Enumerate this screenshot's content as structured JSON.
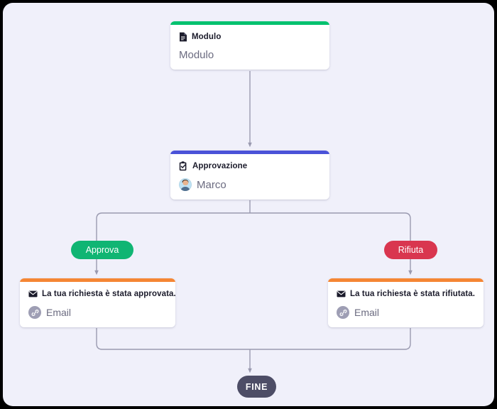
{
  "canvas": {
    "background_color": "#f0f0fa",
    "outer_background_color": "#000000"
  },
  "nodes": [
    {
      "id": "modulo",
      "accent_color": "#00c16e",
      "header_icon": "document-icon",
      "header_label": "Modulo",
      "sub_icon": "none",
      "sub_label": "Modulo"
    },
    {
      "id": "approvazione",
      "accent_color": "#4a52d8",
      "header_icon": "clipboard-check-icon",
      "header_label": "Approvazione",
      "sub_icon": "avatar",
      "sub_label": "Marco"
    },
    {
      "id": "email-approvata",
      "accent_color": "#f58634",
      "header_icon": "envelope-icon",
      "header_label": "La tua richiesta è stata approvata.",
      "sub_icon": "link-icon",
      "sub_label": "Email"
    },
    {
      "id": "email-rifiutata",
      "accent_color": "#f58634",
      "header_icon": "envelope-icon",
      "header_label": "La tua richiesta è stata rifiutata.",
      "sub_icon": "link-icon",
      "sub_label": "Email"
    }
  ],
  "badges": {
    "approve": {
      "label": "Approva",
      "color": "#10b573"
    },
    "reject": {
      "label": "Rifiuta",
      "color": "#d9364f"
    },
    "end": {
      "label": "FINE",
      "color": "#4d4d66"
    }
  },
  "connectors": {
    "stroke_color": "#9a9ab0",
    "stroke_width": 1.4
  }
}
